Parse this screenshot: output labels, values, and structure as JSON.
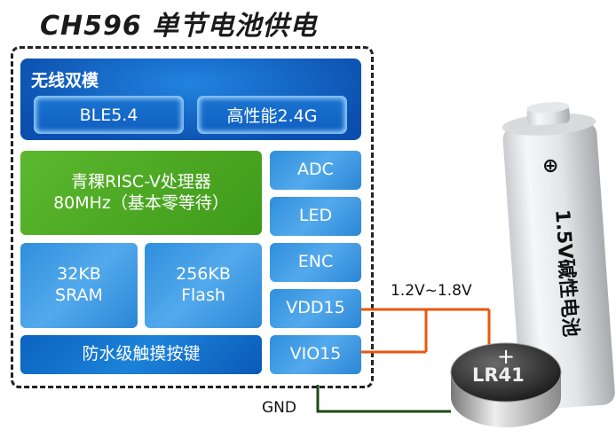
{
  "title": "CH596  单节电池供电",
  "wireless": {
    "label": "无线双模",
    "buttons": [
      "BLE5.4",
      "高性能2.4G"
    ]
  },
  "cpu": {
    "line1": "青稞RISC-V处理器",
    "line2": "80MHz（基本零等待）"
  },
  "peripherals": [
    "ADC",
    "LED",
    "ENC",
    "VDD15",
    "VIO15"
  ],
  "memory": [
    {
      "line1": "32KB",
      "line2": "SRAM"
    },
    {
      "line1": "256KB",
      "line2": "Flash"
    }
  ],
  "touch_key": "防水级触摸按键",
  "voltage": "1.2V~1.8V",
  "gnd": "GND",
  "coin_cell": {
    "plus": "+",
    "label": "LR41"
  },
  "aa_battery": {
    "plus": "⊕",
    "label": "1.5V碱性电池"
  },
  "colors": {
    "supply_line": "#e8580c",
    "gnd_line": "#1f4a14"
  }
}
